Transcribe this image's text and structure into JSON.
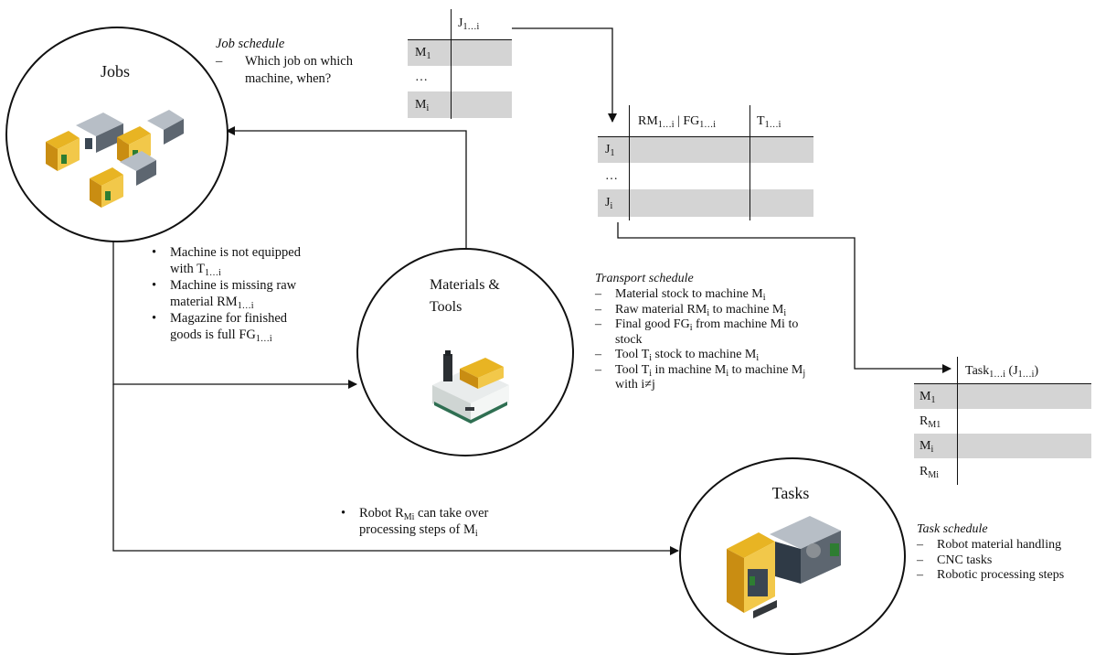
{
  "jobs": {
    "label": "Jobs"
  },
  "materials": {
    "label_line1": "Materials &",
    "label_line2": "Tools"
  },
  "tasks": {
    "label": "Tasks"
  },
  "job_schedule": {
    "title": "Job schedule",
    "items": [
      "Which job on which",
      "machine, when?"
    ],
    "table": {
      "col_header": "J",
      "col_sub": "1…i",
      "rows": [
        {
          "label": "M",
          "sub": "1"
        },
        {
          "label": "…",
          "sub": ""
        },
        {
          "label": "M",
          "sub": "i"
        }
      ]
    }
  },
  "transport_table": {
    "col1": "RM",
    "col1_sub": "1…i",
    "col1b": " | FG",
    "col1b_sub": "1…i",
    "col2": "T",
    "col2_sub": "1…i",
    "rows": [
      {
        "label": "J",
        "sub": "1"
      },
      {
        "label": "…",
        "sub": ""
      },
      {
        "label": "J",
        "sub": "i"
      }
    ]
  },
  "task_table": {
    "col_header": "Task",
    "col_sub": "1…i",
    "col_tail": " (J",
    "col_tail_sub": "1…i",
    "col_close": ")",
    "rows": [
      {
        "label": "M",
        "sub": "1"
      },
      {
        "label": "R",
        "sub": "M1"
      },
      {
        "label": "M",
        "sub": "i"
      },
      {
        "label": "R",
        "sub": "Mi"
      }
    ]
  },
  "conditions": {
    "b1_a": "Machine is not equipped",
    "b1_b": "with T",
    "b1_b_sub": "1…i",
    "b2_a": "Machine is missing raw",
    "b2_b": "material RM",
    "b2_b_sub": "1…i",
    "b3_a": "Magazine for finished",
    "b3_b": "goods is full FG",
    "b3_b_sub": "1…i"
  },
  "robot_note": {
    "a": "Robot R",
    "a_sub": "Mi",
    "a_tail": " can take over",
    "b": "processing steps of M",
    "b_sub": "i"
  },
  "transport_schedule": {
    "title": "Transport schedule",
    "l1": "Material stock to machine M",
    "l1_sub": "i",
    "l2": "Raw material RM",
    "l2_sub": "i",
    "l2_tail": " to machine M",
    "l2_tail_sub": "i",
    "l3": "Final good FG",
    "l3_sub": "i",
    "l3_tail": " from machine Mi to",
    "l3b": "stock",
    "l4": "Tool T",
    "l4_sub": "i",
    "l4_tail": " stock to machine M",
    "l4_tail_sub": "i",
    "l5": "Tool T",
    "l5_sub": "i",
    "l5_tail": " in machine M",
    "l5_tail_sub": "i",
    "l5_tail2": " to machine M",
    "l5_tail2_sub": "j",
    "l5b": "with i≠j"
  },
  "task_schedule": {
    "title": "Task schedule",
    "items": [
      "Robot material handling",
      "CNC tasks",
      "Robotic processing steps"
    ]
  },
  "colors": {
    "row_shade": "#d4d4d4",
    "machine_yellow": "#e8b423",
    "machine_grey": "#5d6670"
  }
}
